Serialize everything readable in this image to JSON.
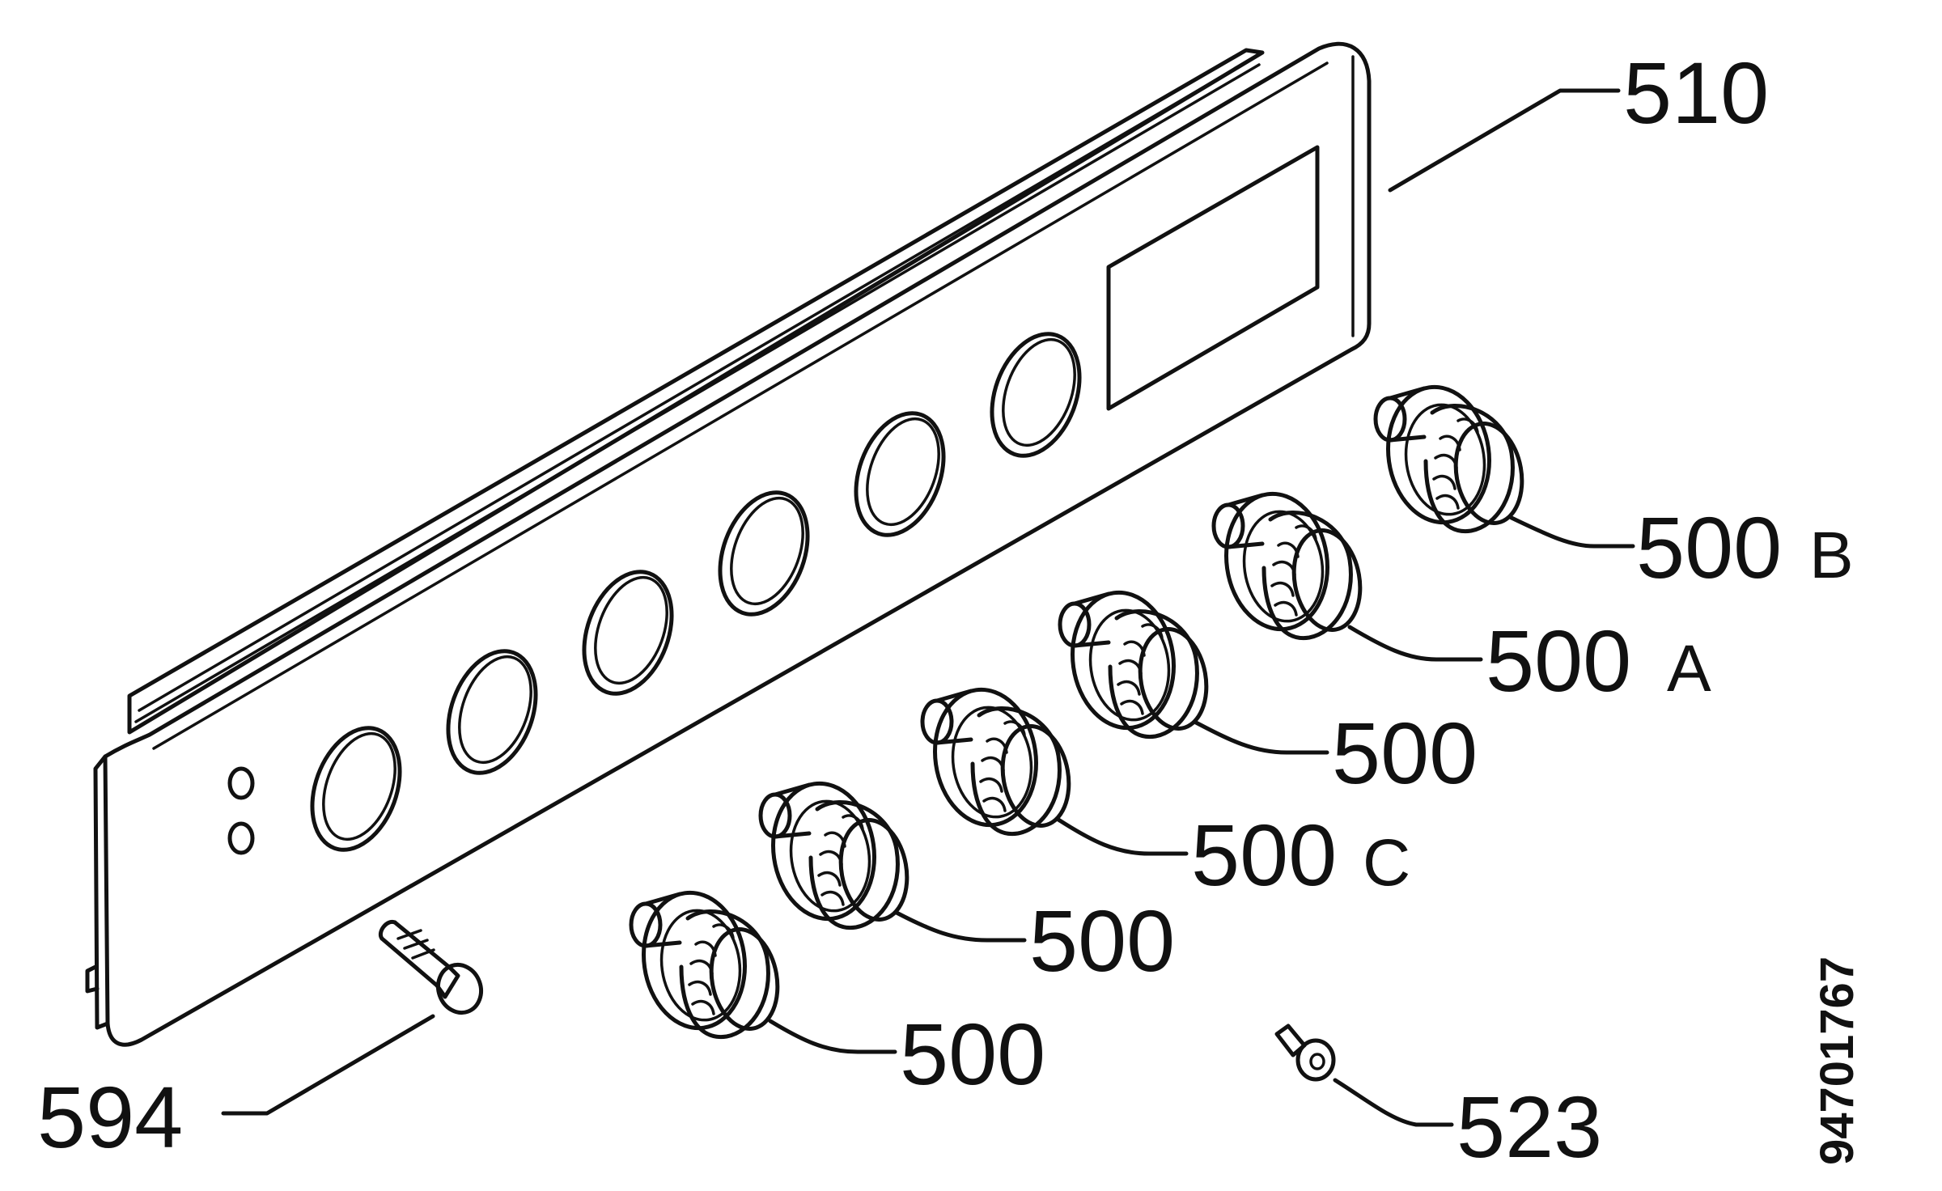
{
  "labels": {
    "panel": "510",
    "knob_b": "500",
    "knob_b_suffix": "B",
    "knob_a": "500",
    "knob_a_suffix": "A",
    "knob_3": "500",
    "knob_c": "500",
    "knob_c_suffix": "C",
    "knob_5": "500",
    "knob_6": "500",
    "pin": "594",
    "clip": "523"
  },
  "document_number": "94701767",
  "colors": {
    "ink": "#111111",
    "background": "#ffffff"
  }
}
